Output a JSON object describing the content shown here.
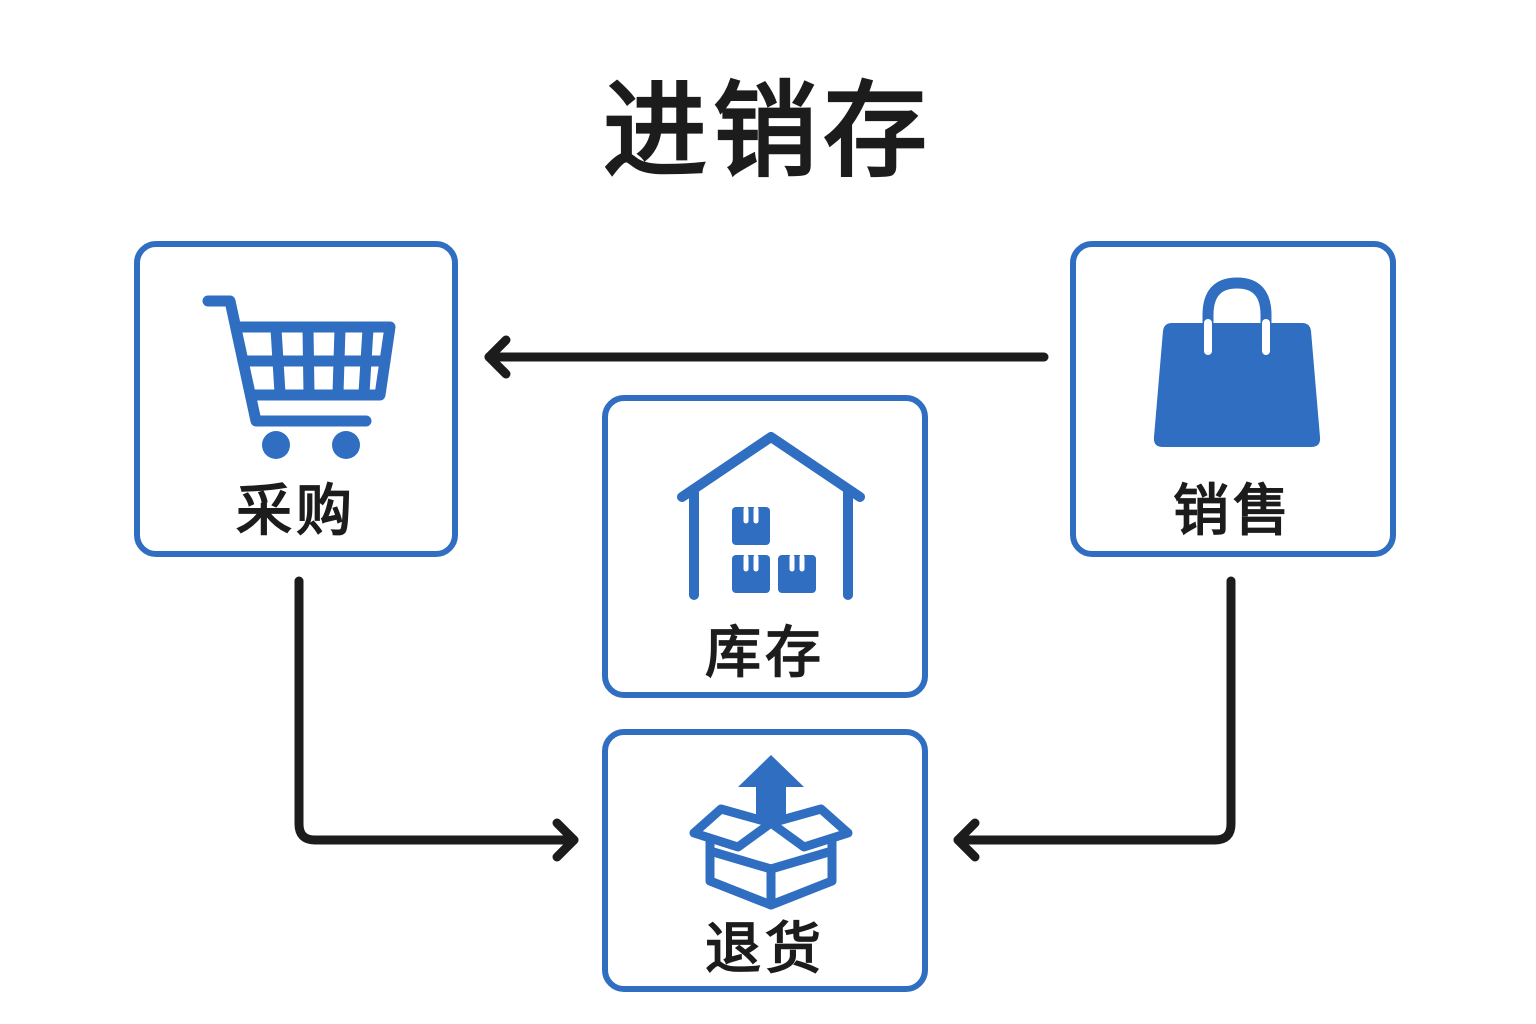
{
  "title": "进销存",
  "nodes": {
    "purchase": {
      "label": "采购",
      "icon": "shopping-cart-icon"
    },
    "stock": {
      "label": "库存",
      "icon": "warehouse-icon"
    },
    "sales": {
      "label": "销售",
      "icon": "shopping-bag-icon"
    },
    "return": {
      "label": "退货",
      "icon": "open-box-return-icon"
    }
  },
  "edges": [
    {
      "from": "sales",
      "to": "purchase"
    },
    {
      "from": "purchase",
      "to": "return"
    },
    {
      "from": "sales",
      "to": "return"
    }
  ],
  "colors": {
    "accent": "#2f6ec0",
    "text": "#1c1c1c",
    "line": "#1c1c1c",
    "background": "#ffffff"
  }
}
